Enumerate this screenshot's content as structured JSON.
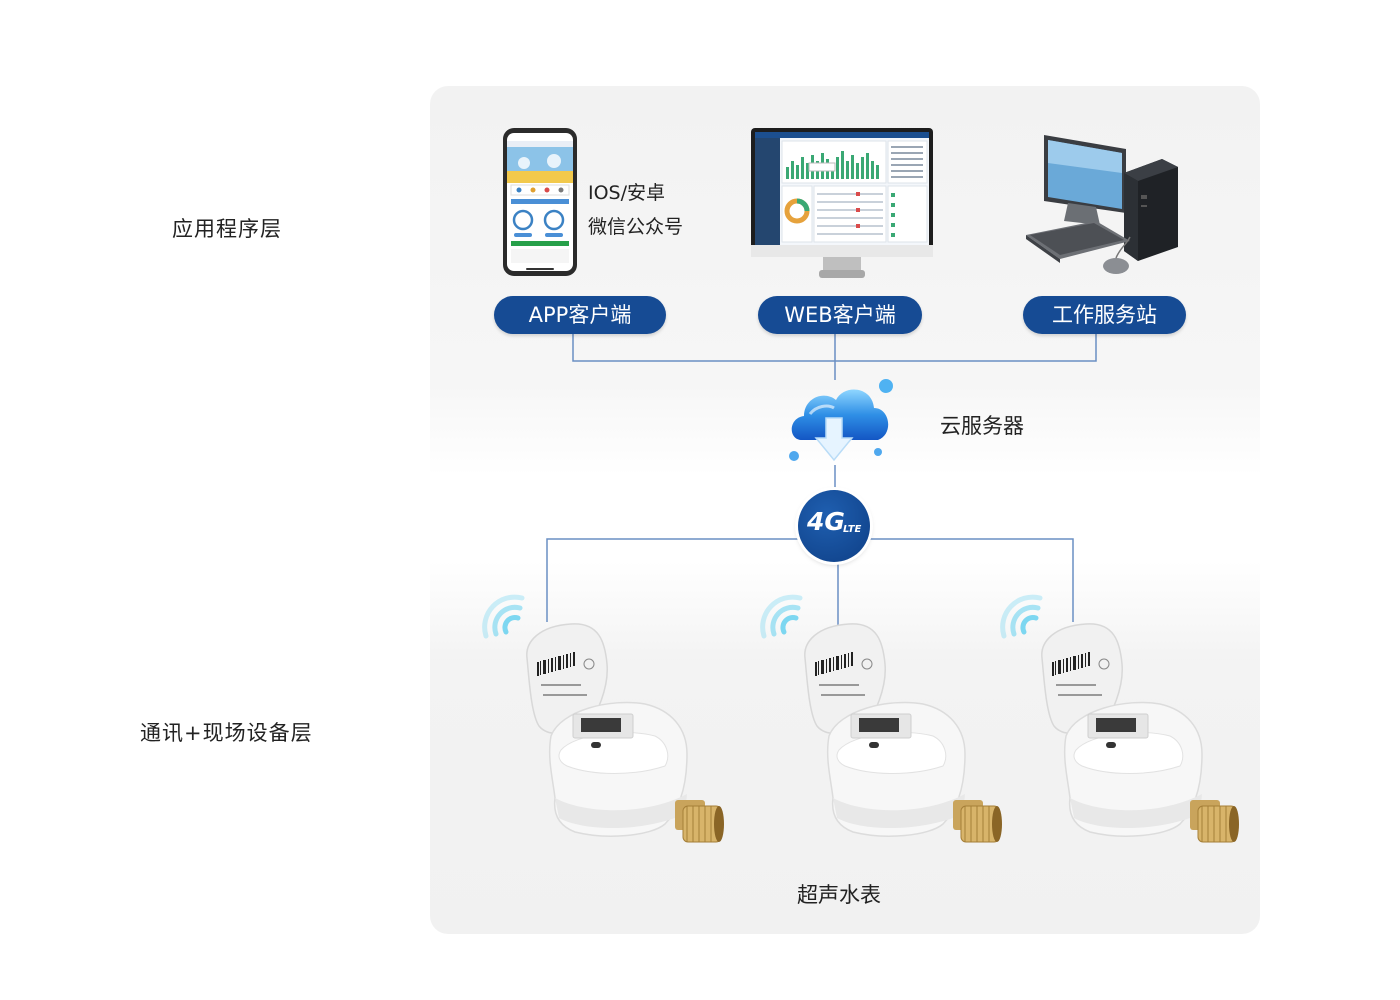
{
  "layers": {
    "application": "应用程序层",
    "communication": "通讯+现场设备层"
  },
  "clients": {
    "app": "APP客户端",
    "web": "WEB客户端",
    "workstation": "工作服务站"
  },
  "phone_notes": {
    "line1": "IOS/安卓",
    "line2": "微信公众号"
  },
  "cloud": {
    "label": "云服务器"
  },
  "network": {
    "main": "4G",
    "sub": "LTE"
  },
  "meters": {
    "label": "超声水表"
  },
  "colors": {
    "brand_blue": "#164b94",
    "line_blue": "#6a8fc4",
    "wifi_cyan": "#5fd1ef"
  },
  "icons": {
    "phone": "smartphone-icon",
    "monitor": "monitor-icon",
    "desktop": "desktop-pc-icon",
    "cloud": "cloud-server-icon",
    "network": "lte-icon",
    "meter": "ultrasonic-water-meter-icon",
    "signal": "wireless-signal-icon"
  }
}
